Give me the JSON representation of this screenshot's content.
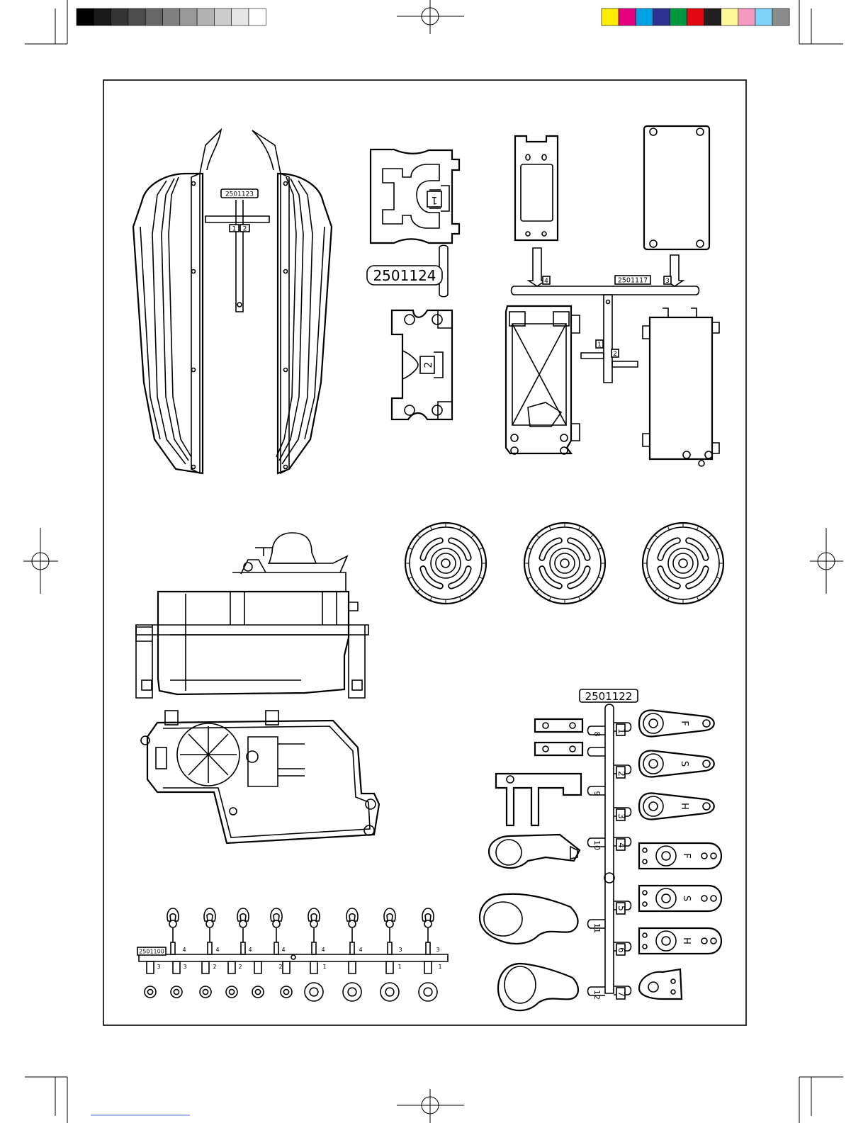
{
  "colors": {
    "grayscale": [
      "#000000",
      "#1a1a1a",
      "#333333",
      "#4d4d4d",
      "#666666",
      "#808080",
      "#999999",
      "#b3b3b3",
      "#cccccc",
      "#e6e6e6",
      "#ffffff"
    ],
    "process": [
      "#ffed00",
      "#e5007e",
      "#00a0e3",
      "#2e3192",
      "#009640",
      "#e30613",
      "#231f20",
      "#fff799",
      "#f49ac1",
      "#7fd3f7",
      "#8c8c8c"
    ]
  },
  "parts": {
    "bodyguard_code": "2501123",
    "bodyguard_runner": [
      "1",
      "2"
    ],
    "bulkhead_code": "2501124",
    "bulkhead_numbers": [
      "1",
      "2"
    ],
    "rxbox_code": "2501117",
    "rxbox_numbers": [
      "1",
      "2",
      "3",
      "4"
    ],
    "servo_tree_code": "2501122",
    "servo_tree_numbers_right": [
      "1",
      "2",
      "3",
      "4",
      "5",
      "6",
      "7"
    ],
    "servo_tree_numbers_left": [
      "8",
      "9",
      "10",
      "11",
      "12"
    ],
    "horn_letters": [
      "F",
      "S",
      "H",
      "F",
      "S",
      "H"
    ],
    "clip_code": "2501100",
    "clip_numbers_top": [
      "4",
      "4",
      "4",
      "4",
      "4",
      "4",
      "3",
      "3"
    ],
    "clip_numbers_bottom": [
      "3",
      "3",
      "2",
      "2",
      "2",
      "1",
      "1",
      "1"
    ]
  }
}
